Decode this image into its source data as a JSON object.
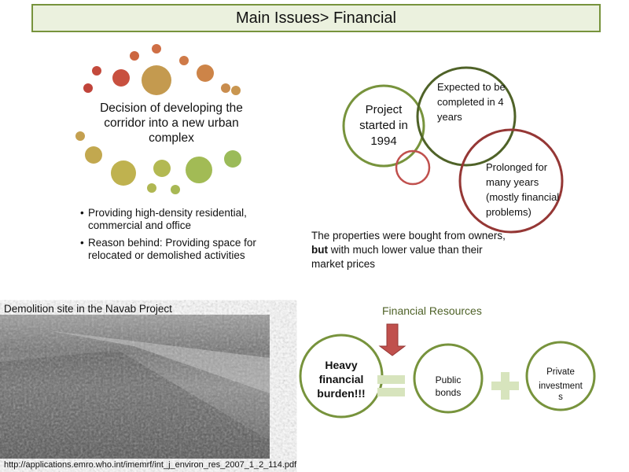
{
  "title": "Main Issues> Financial",
  "decision": {
    "text": "Decision of developing the corridor into a new urban complex",
    "bullets": [
      "Providing high-density residential, commercial and office",
      "Reason behind: Providing space for relocated or demolished activities"
    ]
  },
  "timeline": {
    "started": "Project started in 1994",
    "expected": "Expected to be completed in 4 years",
    "prolonged": "Prolonged for many years (mostly financial problems)"
  },
  "properties_note": {
    "before": "The properties were bought from owners, ",
    "bold": "but",
    "after": " with much lower value than their market prices"
  },
  "photo": {
    "caption": "Demolition site in the Navab Project",
    "source": "http://applications.emro.who.int/imemrf/int_j_environ_res_2007_1_2_114.pdf"
  },
  "equation": {
    "heading": "Financial Resources",
    "burden": "Heavy financial burden!!!",
    "bonds": "Public bonds",
    "private_line1": "Private",
    "private_line2": "investment",
    "private_line3": "s"
  },
  "colors": {
    "accent": "#77933c",
    "dark_green": "#4f6228",
    "red": "#953735",
    "arrow": "#c0504d",
    "symbol": "#d7e4bd"
  }
}
